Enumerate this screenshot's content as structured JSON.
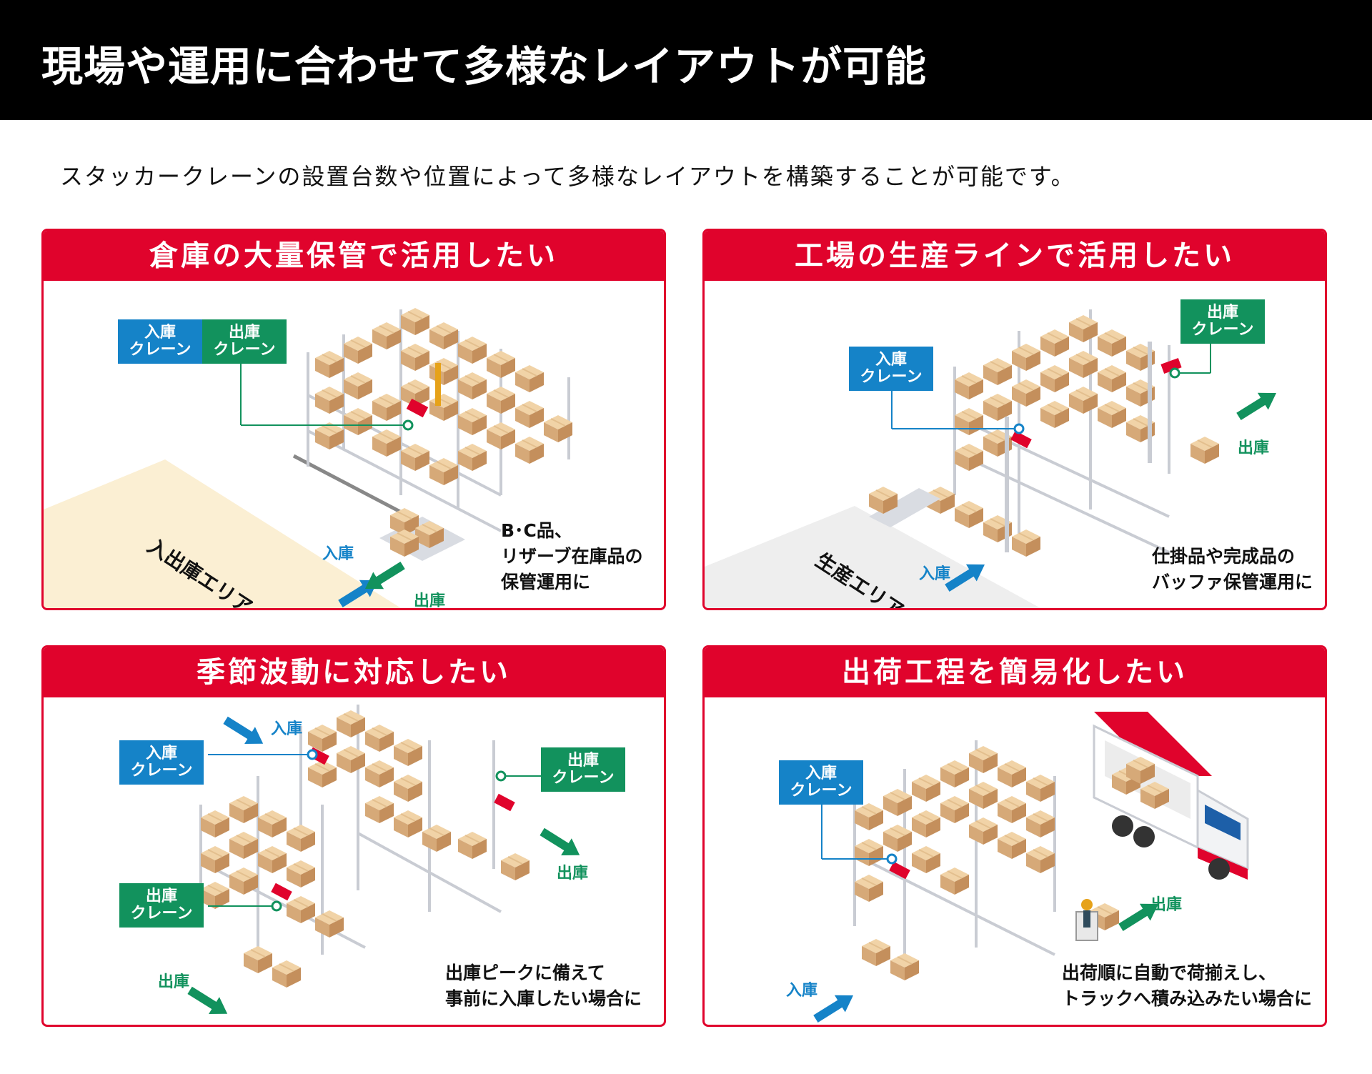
{
  "header": {
    "title": "現場や運用に合わせて多様なレイアウトが可能"
  },
  "lead": "スタッカークレーンの設置台数や位置によって多様なレイアウトを構築することが可能です。",
  "colors": {
    "accent_red": "#e0032c",
    "inbound_blue": "#1583c8",
    "outbound_green": "#12925d",
    "box": "#d9b184"
  },
  "panels": [
    {
      "title": "倉庫の大量保管で活用したい",
      "tag_in": [
        "入庫",
        "クレーン"
      ],
      "tag_out": [
        "出庫",
        "クレーン"
      ],
      "label_in": "入庫",
      "label_out": "出庫",
      "area": "入出庫エリア",
      "caption": [
        "B･C品、",
        "リザーブ在庫品の",
        "保管運用に"
      ]
    },
    {
      "title": "工場の生産ラインで活用したい",
      "tag_in": [
        "入庫",
        "クレーン"
      ],
      "tag_out": [
        "出庫",
        "クレーン"
      ],
      "label_in": "入庫",
      "label_out": "出庫",
      "area": "生産エリア",
      "caption": [
        "仕掛品や完成品の",
        "バッファ保管運用に"
      ]
    },
    {
      "title": "季節波動に対応したい",
      "tag_in": [
        "入庫",
        "クレーン"
      ],
      "tag_out_top": [
        "出庫",
        "クレーン"
      ],
      "tag_out_bottom": [
        "出庫",
        "クレーン"
      ],
      "label_in": "入庫",
      "label_out_right": "出庫",
      "label_out_bottom": "出庫",
      "caption": [
        "出庫ピークに備えて",
        "事前に入庫したい場合に"
      ]
    },
    {
      "title": "出荷工程を簡易化したい",
      "tag_in": [
        "入庫",
        "クレーン"
      ],
      "label_in": "入庫",
      "label_out": "出庫",
      "caption": [
        "出荷順に自動で荷揃えし、",
        "トラックへ積み込みたい場合に"
      ]
    }
  ]
}
